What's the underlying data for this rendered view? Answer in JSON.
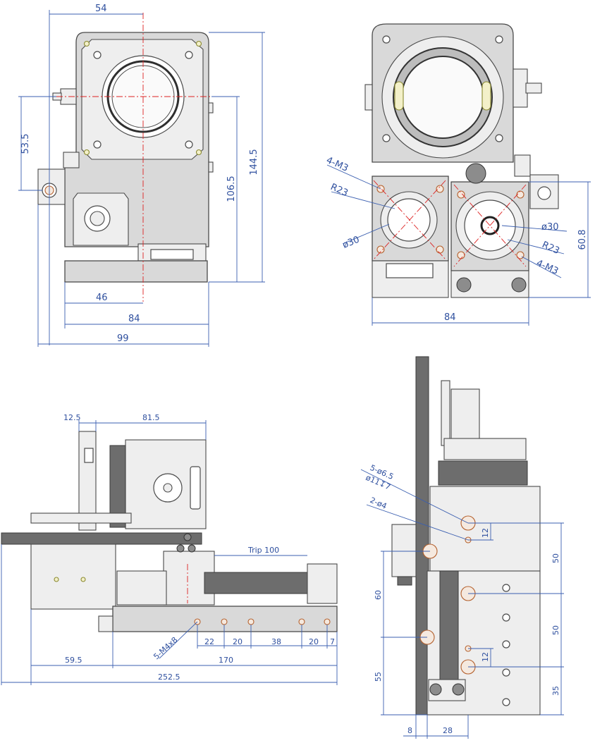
{
  "colors": {
    "dimension_line": "#3b5fb0",
    "dimension_text": "#2e4f9e",
    "centerline": "#dd2222",
    "hole_marker": "#b4612e",
    "body_outline": "#4a4a4a"
  },
  "views": {
    "front": {
      "dims": {
        "top_width": "54",
        "d_53_5": "53.5",
        "d_106_5": "106.5",
        "height": "144.5",
        "d_46": "46",
        "d_84": "84",
        "d_99": "99"
      }
    },
    "back": {
      "dims": {
        "m3_left": "4-M3",
        "r23_left": "R23",
        "phi30_left": "ø30",
        "phi30_right": "ø30",
        "r23_right": "R23",
        "m3_right": "4-M3",
        "d_60_8": "60.8",
        "width": "84"
      }
    },
    "side": {
      "dims": {
        "d_12_5": "12.5",
        "d_81_5": "81.5",
        "trip": "Trip 100",
        "holes": "5-M4x8",
        "s22": "22",
        "s20a": "20",
        "s38": "38",
        "s20b": "20",
        "s7": "7",
        "d_59_5": "59.5",
        "d_170": "170",
        "total": "252.5"
      }
    },
    "vertical": {
      "dims": {
        "cbore_line1": "5-ø6.5",
        "cbore_line2": "ø11↧7",
        "pins": "2-ø4",
        "d_12_top": "12",
        "d_50_top": "50",
        "d_60": "60",
        "d_50_mid": "50",
        "d_12_bottom": "12",
        "d_55": "55",
        "d_35": "35",
        "d_8": "8",
        "d_28": "28"
      }
    }
  }
}
